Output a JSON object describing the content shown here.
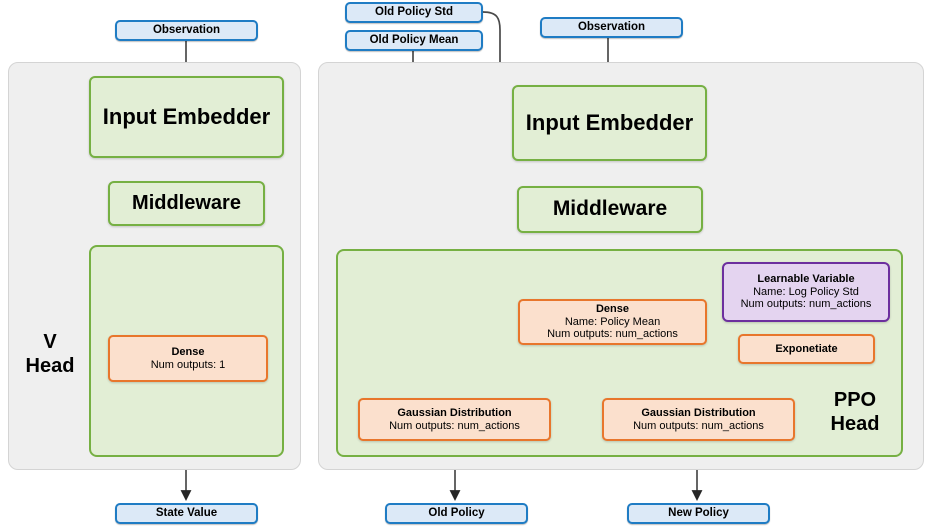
{
  "diagram": {
    "title": "PPO network architecture",
    "colors": {
      "io_fill": "#dce9f7",
      "io_stroke": "#1f7cc4",
      "green_fill": "#e2eed5",
      "green_stroke": "#76b043",
      "orange_fill": "#fbe0cd",
      "orange_stroke": "#e8762c",
      "purple_fill": "#e4d4f0",
      "purple_stroke": "#6c2f9e",
      "panel_fill": "#efefef",
      "panel_stroke": "#d4d4d4",
      "arrow": "#404040"
    }
  },
  "v_head": {
    "panel_label": "V\nHead",
    "panel_label_line1": "V",
    "panel_label_line2": "Head",
    "input": {
      "label": "Observation"
    },
    "input_embedder": {
      "label": "Input Embedder"
    },
    "middleware": {
      "label": "Middleware"
    },
    "dense": {
      "title": "Dense",
      "sub1": "Num outputs: 1"
    },
    "output": {
      "label": "State Value"
    }
  },
  "ppo_head": {
    "panel_label_line1": "PPO",
    "panel_label_line2": "Head",
    "old_policy_std": {
      "label": "Old Policy Std"
    },
    "old_policy_mean": {
      "label": "Old Policy Mean"
    },
    "input": {
      "label": "Observation"
    },
    "input_embedder": {
      "label": "Input Embedder"
    },
    "middleware": {
      "label": "Middleware"
    },
    "dense": {
      "title": "Dense",
      "sub1": "Name: Policy Mean",
      "sub2": "Num outputs: num_actions"
    },
    "learnable_variable": {
      "title": "Learnable Variable",
      "sub1": "Name: Log Policy Std",
      "sub2": "Num outputs: num_actions"
    },
    "exponetiate": {
      "title": "Exponetiate"
    },
    "gaussian_old": {
      "title": "Gaussian Distribution",
      "sub1": "Num outputs: num_actions"
    },
    "gaussian_new": {
      "title": "Gaussian Distribution",
      "sub1": "Num outputs: num_actions"
    },
    "output_old": {
      "label": "Old Policy"
    },
    "output_new": {
      "label": "New Policy"
    }
  }
}
